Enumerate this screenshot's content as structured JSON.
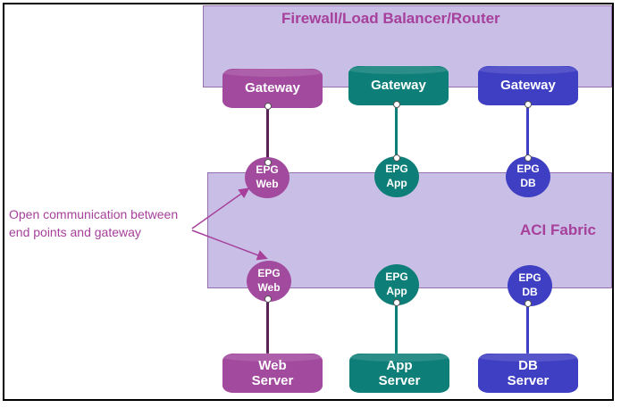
{
  "firewall": {
    "title": "Firewall/Load Balancer/Router"
  },
  "fabric": {
    "title": "ACI Fabric"
  },
  "note": {
    "line1": "Open communication between",
    "line2": "end points and gateway"
  },
  "colors": {
    "web": "#a24a9e",
    "app": "#0e7f78",
    "db": "#3f3fc3",
    "band": "#c9bfe6",
    "title": "#a6409b"
  },
  "gateways": [
    {
      "label": "Gateway"
    },
    {
      "label": "Gateway"
    },
    {
      "label": "Gateway"
    }
  ],
  "epg_top": [
    {
      "line1": "EPG",
      "line2": "Web"
    },
    {
      "line1": "EPG",
      "line2": "App"
    },
    {
      "line1": "EPG",
      "line2": "DB"
    }
  ],
  "epg_bottom": [
    {
      "line1": "EPG",
      "line2": "Web"
    },
    {
      "line1": "EPG",
      "line2": "App"
    },
    {
      "line1": "EPG",
      "line2": "DB"
    }
  ],
  "servers": [
    {
      "line1": "Web",
      "line2": "Server"
    },
    {
      "line1": "App",
      "line2": "Server"
    },
    {
      "line1": "DB",
      "line2": "Server"
    }
  ]
}
